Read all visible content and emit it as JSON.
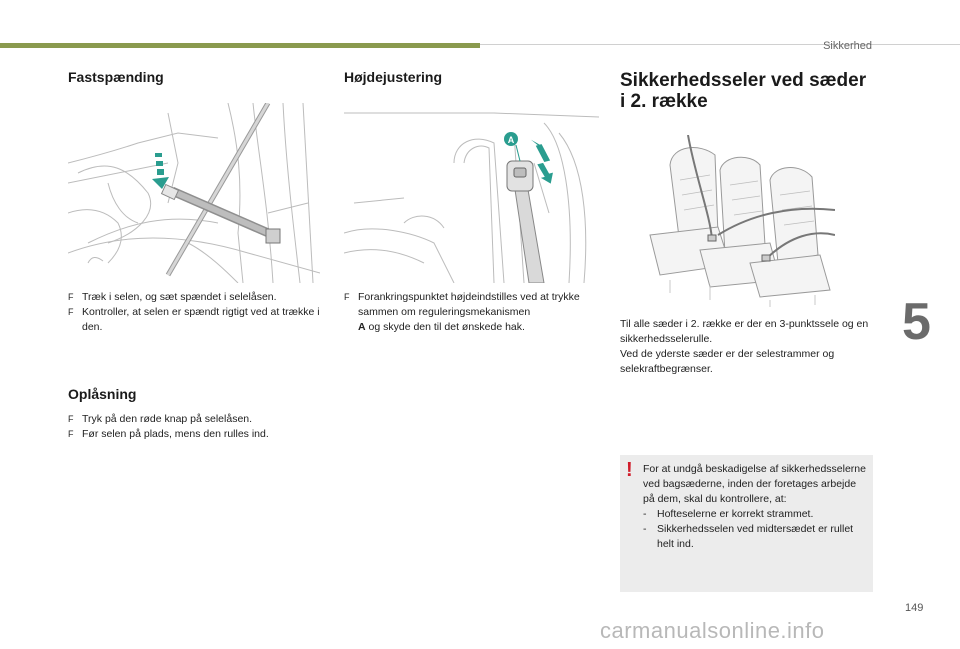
{
  "header": {
    "section_label": "Sikkerhed"
  },
  "chapter_number": "5",
  "page_number": "149",
  "watermark": "carmanualsonline.info",
  "col1": {
    "title": "Fastspænding",
    "bullets": [
      "Træk i selen, og sæt spændet i selelåsen.",
      "Kontroller, at selen er spændt rigtigt ved at trække i den."
    ],
    "title2": "Oplåsning",
    "bullets2": [
      "Tryk på den røde knap på selelåsen.",
      "Før selen på plads, mens den rulles ind."
    ]
  },
  "col2": {
    "title": "Højdejustering",
    "figure_label": "A",
    "bullet_pre": "Forankringspunktet højdeindstilles ved at trykke sammen om reguleringsmekanismen",
    "bullet_bold": "A",
    "bullet_post": "og skyde den til det ønskede hak."
  },
  "col3": {
    "title_line1": "Sikkerhedsseler ved sæder",
    "title_line2": "i 2. række",
    "para1": "Til alle sæder i 2. række er der en 3-punktssele og en sikkerhedsselerulle.",
    "para2": "Ved de yderste sæder er der selestrammer og selekraftbegrænser.",
    "warning": {
      "intro": "For at undgå beskadigelse af sikkerhedsselerne ved bagsæderne, inden der foretages arbejde på dem, skal du kontrollere, at:",
      "items": [
        "Hofteselerne er korrekt strammet.",
        "Sikkerhedsselen ved midtersædet er rullet helt ind."
      ]
    }
  },
  "colors": {
    "accent_bar": "#8a9a4e",
    "teal_arrow": "#2a9d8f",
    "warning_red": "#d01c2a",
    "warning_bg": "#ececec"
  },
  "icons": {
    "bullet": "checkbox-bullet-icon",
    "warning": "exclamation-icon"
  }
}
